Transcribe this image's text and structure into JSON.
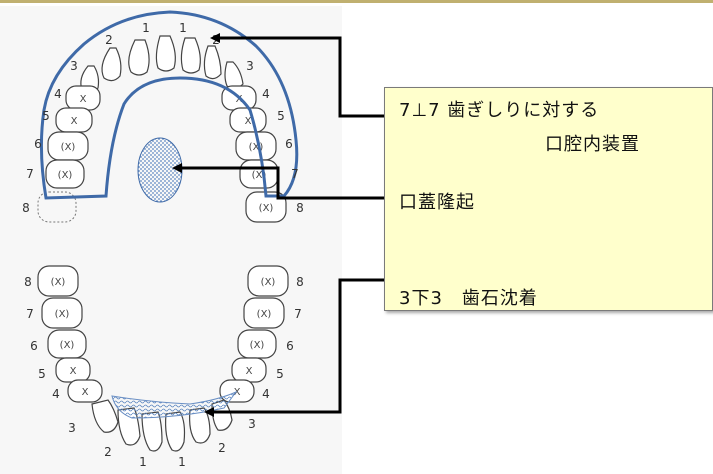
{
  "notes": {
    "line1": "7⊥7 歯ぎしりに対する",
    "line2": "口腔内装置",
    "line3": "口蓋隆起",
    "line4": "3下3　歯石沈着"
  },
  "colors": {
    "outline": "#3f6aa8",
    "dots": "#6a8fc4",
    "arrow": "#000000",
    "note_bg": "#ffffcc"
  },
  "teeth": {
    "upper_right_numbers": [
      "1",
      "2",
      "3",
      "4",
      "5",
      "6",
      "7",
      "8"
    ],
    "upper_left_numbers": [
      "1",
      "2",
      "3",
      "4",
      "5",
      "6",
      "7",
      "8"
    ],
    "lower_right_numbers": [
      "8",
      "7",
      "6",
      "5",
      "4",
      "3",
      "2",
      "1"
    ],
    "lower_left_numbers": [
      "8",
      "7",
      "6",
      "5",
      "4",
      "3",
      "2",
      "1"
    ]
  }
}
